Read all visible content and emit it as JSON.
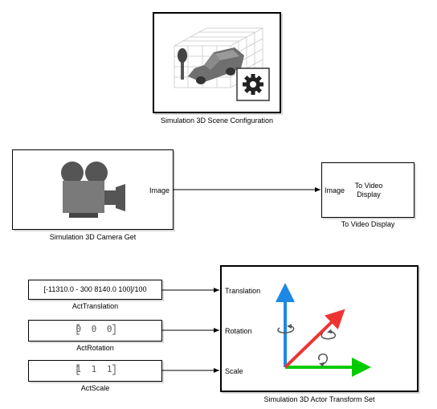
{
  "scene_config": {
    "caption": "Simulation 3D Scene Configuration",
    "icon": "car-scene-gear-icon"
  },
  "camera_get": {
    "caption": "Simulation 3D Camera Get",
    "output_port": "Image",
    "icon": "film-camera-icon"
  },
  "video_display": {
    "caption": "To Video Display",
    "input_port": "Image",
    "body_text": "To Video Display"
  },
  "act_translation": {
    "value": "[-11310.0 - 300 8140.0 100]/100",
    "caption": "ActTranslation"
  },
  "act_rotation": {
    "value": "0 0 0",
    "caption": "ActRotation"
  },
  "act_scale": {
    "value": "1 1 1",
    "caption": "ActScale"
  },
  "actor_transform": {
    "caption": "Simulation 3D Actor Transform Set",
    "ports": [
      "Translation",
      "Rotation",
      "Scale"
    ],
    "icon": "xyz-axes-icon",
    "colors": {
      "x": "#00cc00",
      "y": "#ee3333",
      "z": "#1e88e5"
    }
  }
}
